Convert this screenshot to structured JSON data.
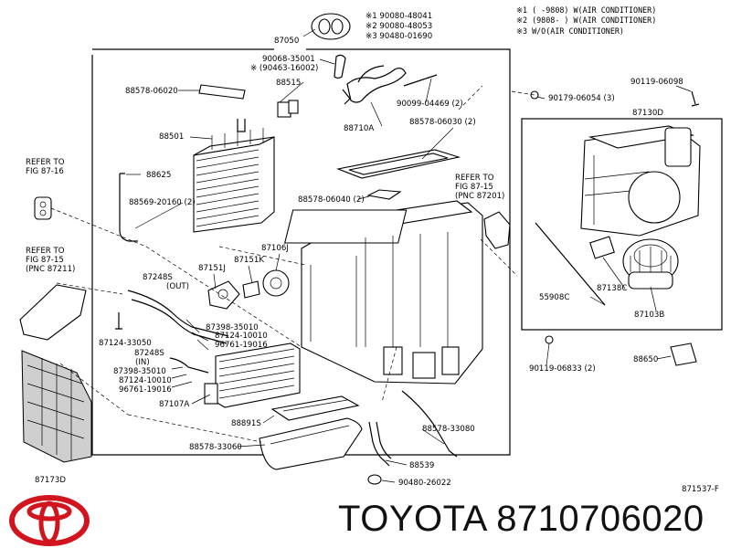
{
  "notes": [
    "※1  (     -9808) W(AIR CONDITIONER)",
    "※2  (9808-      ) W(AIR CONDITIONER)",
    "※3  W/O(AIR CONDITIONER)"
  ],
  "top_part_numbers": [
    "※1 90080-48041",
    "※2 90080-48053",
    "※3 90480-01690"
  ],
  "labels": {
    "p87050": "87050",
    "p90068": "90068-35001",
    "p90463": "※ (90463-16002)",
    "p88578_06020": "88578-06020",
    "p88515": "88515",
    "p90099": "90099-04469 (2)",
    "p88710A": "88710A",
    "p88578_06030": "88578-06030 (2)",
    "p88501": "88501",
    "p88625": "88625",
    "p88569": "88569-20160 (2)",
    "p88578_06040": "88578-06040 (2)",
    "refer_a1": "REFER TO",
    "refer_a2": "FIG 87-16",
    "refer_b1": "REFER TO",
    "refer_b2": "FIG 87-15",
    "refer_b3": "(PNC 87211)",
    "refer_c1": "REFER TO",
    "refer_c2": "FIG 87-15",
    "refer_c3": "(PNC 87201)",
    "p87106J": "87106J",
    "p87151J": "87151J",
    "p87151K": "87151K",
    "p87248S_out": "87248S",
    "out": "(OUT)",
    "p87398_a": "87398-35010",
    "p87124_a": "87124-10010",
    "p96761_a": "96761-19016",
    "p87124_33050": "87124-33050",
    "p87248S_in": "87248S",
    "in": "(IN)",
    "p87398_b": "87398-35010",
    "p87124_b": "87124-10010",
    "p96761_b": "96761-19016",
    "p87107A": "87107A",
    "p88891S": "88891S",
    "p88578_33060": "88578-33060",
    "p88578_33080": "88578-33080",
    "p88539": "88539",
    "p90480_26022": "90480-26022",
    "p87173D": "87173D",
    "p90179": "90179-06054 (3)",
    "p90119_06098": "90119-06098",
    "p87130D": "87130D",
    "p55908C": "55908C",
    "p87138C": "87138C",
    "p87103B": "87103B",
    "p90119_06833": "90119-06833 (2)",
    "p88650": "88650",
    "figure_code": "871537-F"
  },
  "brand": {
    "name": "TOYOTA",
    "part_number": "8710706020",
    "logo_color": "#d2141e"
  }
}
